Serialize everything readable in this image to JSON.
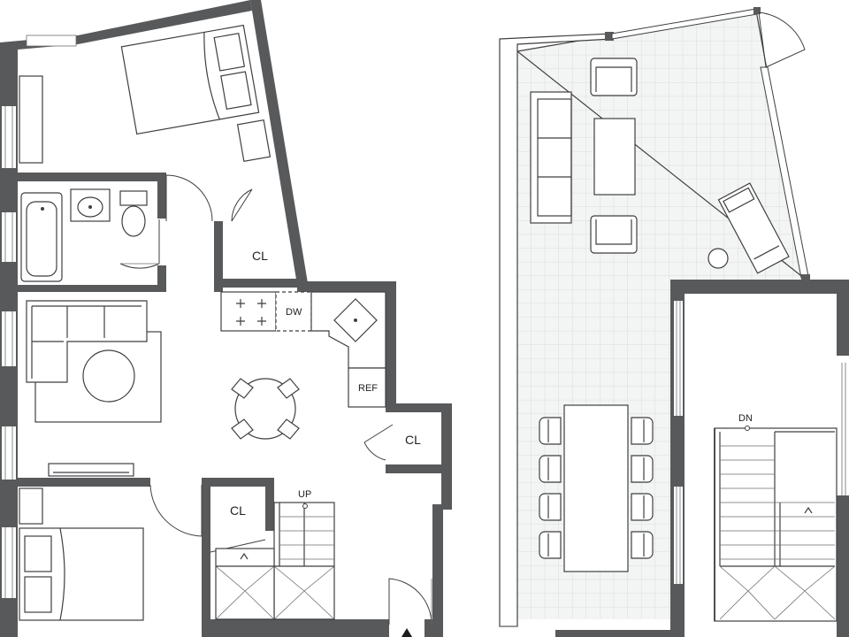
{
  "labels": {
    "closet_upper": "CL",
    "closet_mid": "CL",
    "closet_lower": "CL",
    "dishwasher": "DW",
    "refrigerator": "REF",
    "stair_up": "UP",
    "stair_down": "DN"
  },
  "colors": {
    "wall": "#58595b",
    "line": "#3f3f42",
    "deck": "#f3f4f4",
    "deck_grid": "#d6d7d8"
  }
}
